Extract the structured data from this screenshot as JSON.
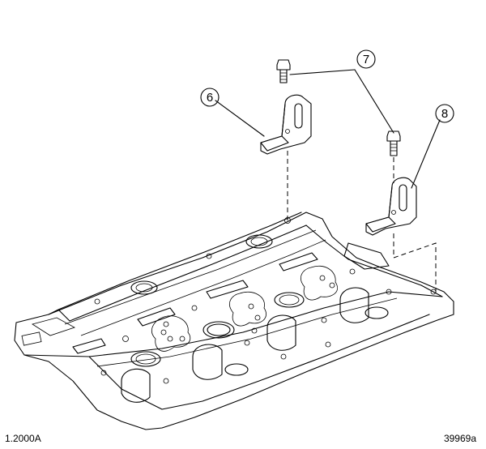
{
  "callouts": {
    "bracket_left": "6",
    "bolts": "7",
    "bracket_right": "8"
  },
  "footer": {
    "left_code": "1.2000A",
    "right_code": "39969a"
  }
}
